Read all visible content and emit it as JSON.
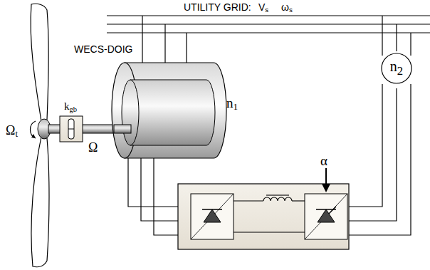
{
  "diagram": {
    "nodes": [
      {
        "text": [
          "n2"
        ]
      }
    ],
    "labels": [
      "UTILITY GRID:",
      "Vs",
      "ωs",
      "WECS-DOIG",
      "kgb",
      "Ωt",
      "Ω",
      "n1",
      "α"
    ]
  }
}
